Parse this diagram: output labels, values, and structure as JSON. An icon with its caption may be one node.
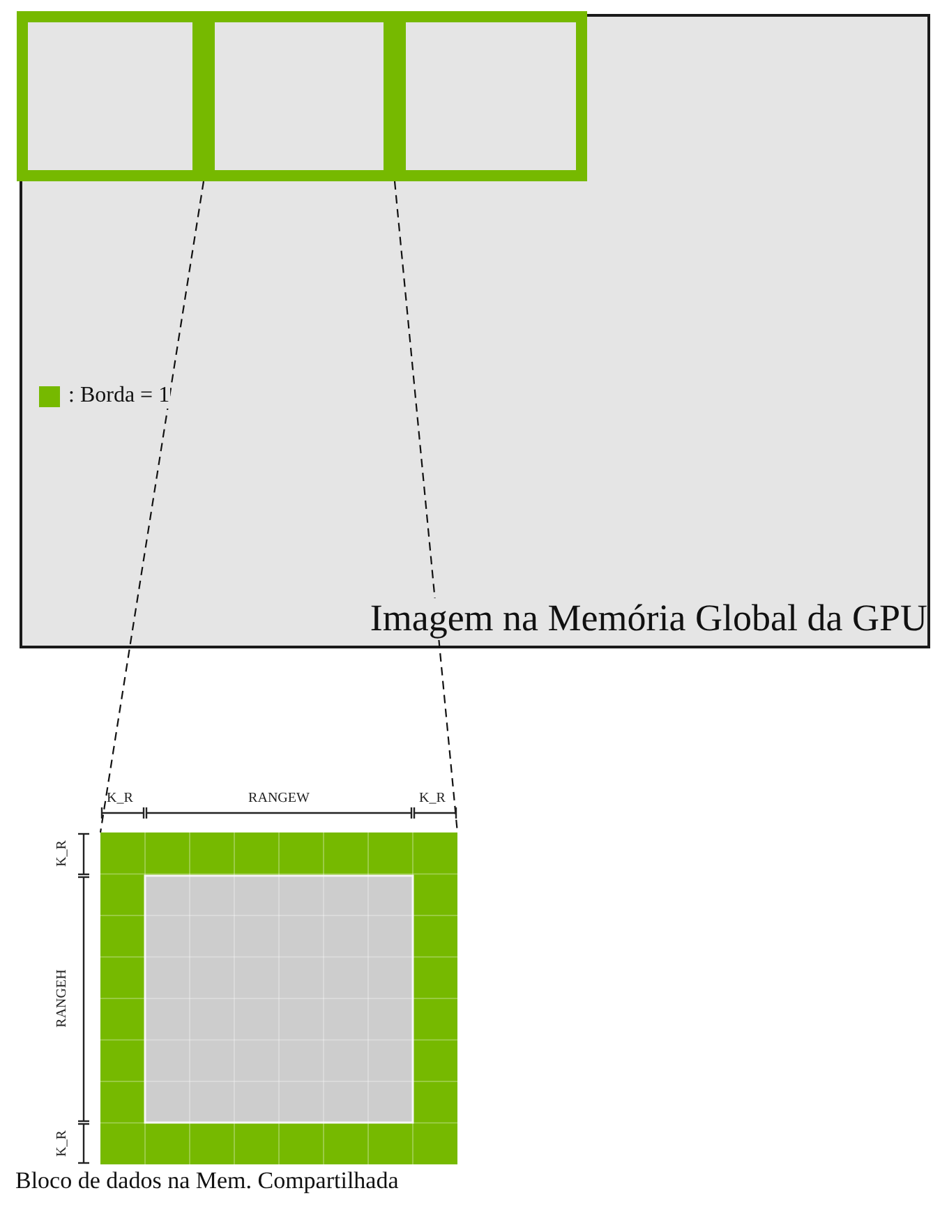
{
  "diagram": {
    "nodes": [
      {
        "text": [
          "Imagem na Memória Global da GPU"
        ]
      },
      {
        "text": [],
        "shape": "box",
        "in": 0
      },
      {
        "text": [],
        "shape": "box",
        "in": 0
      },
      {
        "text": [],
        "shape": "box",
        "in": 0
      },
      {
        "text": [
          "Bloco de dados na Mem. Compartilhada"
        ]
      }
    ],
    "edges": [
      {
        "from": 2,
        "to": 4,
        "arrow": "none",
        "style": "dashed"
      },
      {
        "from": 2,
        "to": 4,
        "arrow": "none",
        "style": "dashed"
      }
    ],
    "labels": [
      "K_R",
      "RANGEW",
      "K_R",
      "K_R",
      "RANGEH",
      "K_R"
    ],
    "legend": [
      {
        "text": ": Borda = 1",
        "color": "#76b900"
      }
    ]
  }
}
